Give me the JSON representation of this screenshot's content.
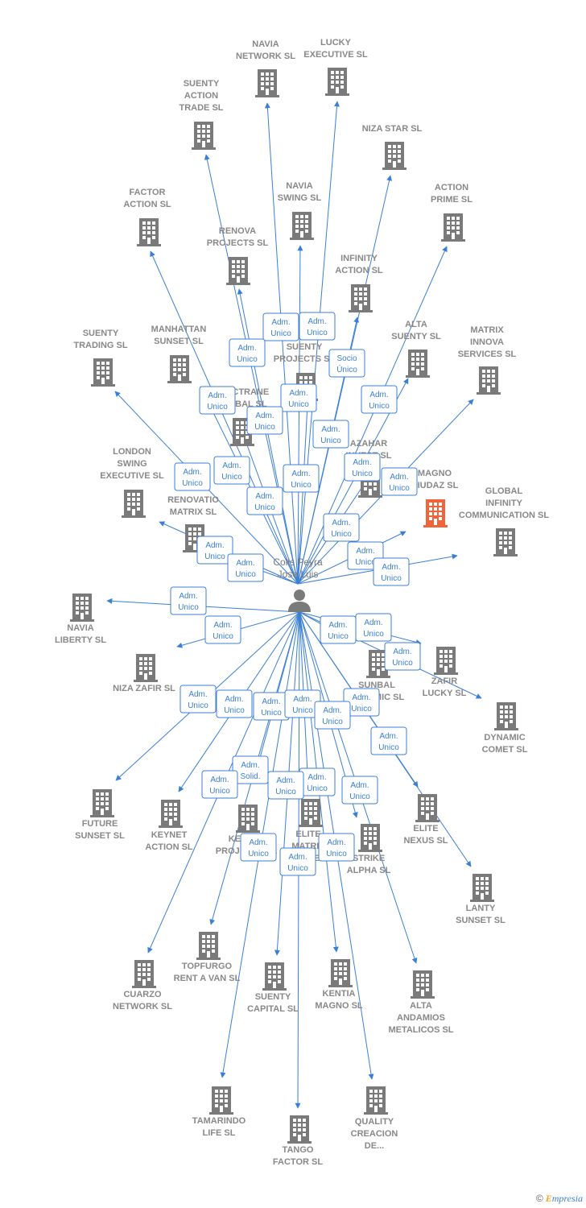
{
  "colors": {
    "edge": "#3b7fd4",
    "building": "#7a7a7a",
    "highlight": "#f0643a",
    "label": "#888888"
  },
  "center": {
    "name_line1": "Colls Peyra",
    "name_line2": "Jose Luis",
    "icon": "person-icon"
  },
  "footer": {
    "copyright": "©",
    "brand_initial": "E",
    "brand_rest": "mpresia"
  },
  "nodes": [
    {
      "id": "navia-network",
      "lines": [
        "NAVIA",
        "NETWORK SL"
      ],
      "role": [
        "Adm.",
        "Unico"
      ]
    },
    {
      "id": "lucky-executive",
      "lines": [
        "LUCKY",
        "EXECUTIVE SL"
      ],
      "role": [
        "Adm.",
        "Unico"
      ]
    },
    {
      "id": "suenty-action-trade",
      "lines": [
        "SUENTY",
        "ACTION",
        "TRADE SL"
      ],
      "role": [
        "Adm.",
        "Unico"
      ]
    },
    {
      "id": "niza-star",
      "lines": [
        "NIZA STAR SL"
      ],
      "role": [
        "Socio",
        "Único"
      ]
    },
    {
      "id": "factor-action",
      "lines": [
        "FACTOR",
        "ACTION SL"
      ],
      "role": [
        "Adm.",
        "Unico"
      ]
    },
    {
      "id": "navia-swing",
      "lines": [
        "NAVIA",
        "SWING SL"
      ],
      "role": [
        "Adm.",
        "Unico"
      ]
    },
    {
      "id": "action-prime",
      "lines": [
        "ACTION",
        "PRIME SL"
      ],
      "role": [
        "Adm.",
        "Unico"
      ]
    },
    {
      "id": "renova-projects",
      "lines": [
        "RENOVA",
        "PROJECTS SL"
      ],
      "role": [
        "Adm.",
        "Unico"
      ]
    },
    {
      "id": "infinity-action",
      "lines": [
        "INFINITY",
        "ACTION SL"
      ],
      "role": [
        "Adm.",
        "Unico"
      ]
    },
    {
      "id": "suenty-trading",
      "lines": [
        "SUENTY",
        "TRADING SL"
      ],
      "role": [
        "Adm.",
        "Unico"
      ]
    },
    {
      "id": "manhattan-sunset",
      "lines": [
        "MANHATTAN",
        "SUNSET SL"
      ],
      "role": [
        "Adm.",
        "Unico"
      ]
    },
    {
      "id": "suenty-projects",
      "lines": [
        "SUENTY",
        "PROJECTS SL"
      ],
      "role": [
        "Adm.",
        "Unico"
      ]
    },
    {
      "id": "alta-suenty",
      "lines": [
        "ALTA",
        "SUENTY SL"
      ],
      "role": [
        "Adm.",
        "Unico"
      ]
    },
    {
      "id": "matrix-innova",
      "lines": [
        "MATRIX",
        "INNOVA",
        "SERVICES SL"
      ],
      "role": [
        "Adm.",
        "Unico"
      ]
    },
    {
      "id": "tractrane-global",
      "lines": [
        "TRACTRANE",
        "GLOBAL SL"
      ],
      "role": [
        "Adm.",
        "Unico"
      ]
    },
    {
      "id": "azahar",
      "lines": [
        "AZAHAR",
        "INVEST SL"
      ],
      "role": [
        "Adm.",
        "Unico"
      ]
    },
    {
      "id": "magno-ciudad",
      "lines": [
        "MAGNO",
        "CIUDAZ SL"
      ],
      "role": [
        "Adm.",
        "Unico"
      ]
    },
    {
      "id": "global-infinity",
      "lines": [
        "GLOBAL",
        "INFINITY",
        "COMMUNICATION SL"
      ],
      "role": [
        "Adm.",
        "Unico"
      ]
    },
    {
      "id": "london-swing",
      "lines": [
        "LONDON",
        "SWING",
        "EXECUTIVE SL"
      ],
      "role": [
        "Adm.",
        "Unico"
      ]
    },
    {
      "id": "renovatio-matrix",
      "lines": [
        "RENOVATIO",
        "MATRIX SL"
      ],
      "role": [
        "Adm.",
        "Unico"
      ]
    },
    {
      "id": "navia-liberty",
      "lines": [
        "NAVIA",
        "LIBERTY SL"
      ],
      "role": [
        "Adm.",
        "Unico"
      ]
    },
    {
      "id": "niza-zafir",
      "lines": [
        "NIZA ZAFIR SL"
      ],
      "role": [
        "Adm.",
        "Unico"
      ]
    },
    {
      "id": "sunbal",
      "lines": [
        "SUNBAL",
        "DYNAMIC SL"
      ],
      "role": [
        "Adm.",
        "Unico"
      ]
    },
    {
      "id": "zafir-lucky",
      "lines": [
        "ZAFIR",
        "LUCKY SL"
      ],
      "role": [
        "Adm.",
        "Unico"
      ]
    },
    {
      "id": "dynamic-comet",
      "lines": [
        "DYNAMIC",
        "COMET SL"
      ],
      "role": [
        "Adm.",
        "Unico"
      ]
    },
    {
      "id": "future-sunset",
      "lines": [
        "FUTURE",
        "SUNSET SL"
      ],
      "role": [
        "Adm.",
        "Unico"
      ]
    },
    {
      "id": "keynet-action",
      "lines": [
        "KEYNET",
        "ACTION SL"
      ],
      "role": [
        "Adm.",
        "Unico"
      ]
    },
    {
      "id": "keynet-projects",
      "lines": [
        "KEYNET",
        "PROJECTS SL"
      ],
      "role": [
        "Adm.",
        "Solid."
      ]
    },
    {
      "id": "elite-matrix",
      "lines": [
        "ELITE",
        "MATRIX",
        "FUTURE SL"
      ],
      "role": [
        "Adm.",
        "Unico"
      ]
    },
    {
      "id": "strike-alpha",
      "lines": [
        "STRIKE",
        "ALPHA SL"
      ],
      "role": [
        "Adm.",
        "Unico"
      ]
    },
    {
      "id": "elite-nexus",
      "lines": [
        "ELITE",
        "NEXUS SL"
      ],
      "role": [
        "Adm.",
        "Unico"
      ]
    },
    {
      "id": "lanty-sunset",
      "lines": [
        "LANTY",
        "SUNSET SL"
      ],
      "role": [
        "Adm.",
        "Unico"
      ]
    },
    {
      "id": "cuarzo-network",
      "lines": [
        "CUARZO",
        "NETWORK SL"
      ],
      "role": [
        "Adm.",
        "Unico"
      ]
    },
    {
      "id": "topfurgo",
      "lines": [
        "TOPFURGO",
        "RENT A VAN SL"
      ],
      "role": [
        "Adm.",
        "Unico"
      ]
    },
    {
      "id": "suenty-capital",
      "lines": [
        "SUENTY",
        "CAPITAL SL"
      ],
      "role": [
        "Adm.",
        "Unico"
      ]
    },
    {
      "id": "kentia-magno",
      "lines": [
        "KENTIA",
        "MAGNO SL"
      ],
      "role": [
        "Adm.",
        "Unico"
      ]
    },
    {
      "id": "alta-andamios",
      "lines": [
        "ALTA",
        "ANDAMIOS",
        "METALICOS SL"
      ],
      "role": [
        "Adm.",
        "Unico"
      ]
    },
    {
      "id": "tamarindo-life",
      "lines": [
        "TAMARINDO",
        "LIFE SL"
      ],
      "role": [
        "Adm.",
        "Unico"
      ]
    },
    {
      "id": "tango-factor",
      "lines": [
        "TANGO",
        "FACTOR SL"
      ],
      "role": [
        "Adm.",
        "Unico"
      ]
    },
    {
      "id": "quality-creacion",
      "lines": [
        "QUALITY",
        "CREACION",
        "DE..."
      ],
      "role": [
        "Adm.",
        "Unico"
      ]
    }
  ]
}
